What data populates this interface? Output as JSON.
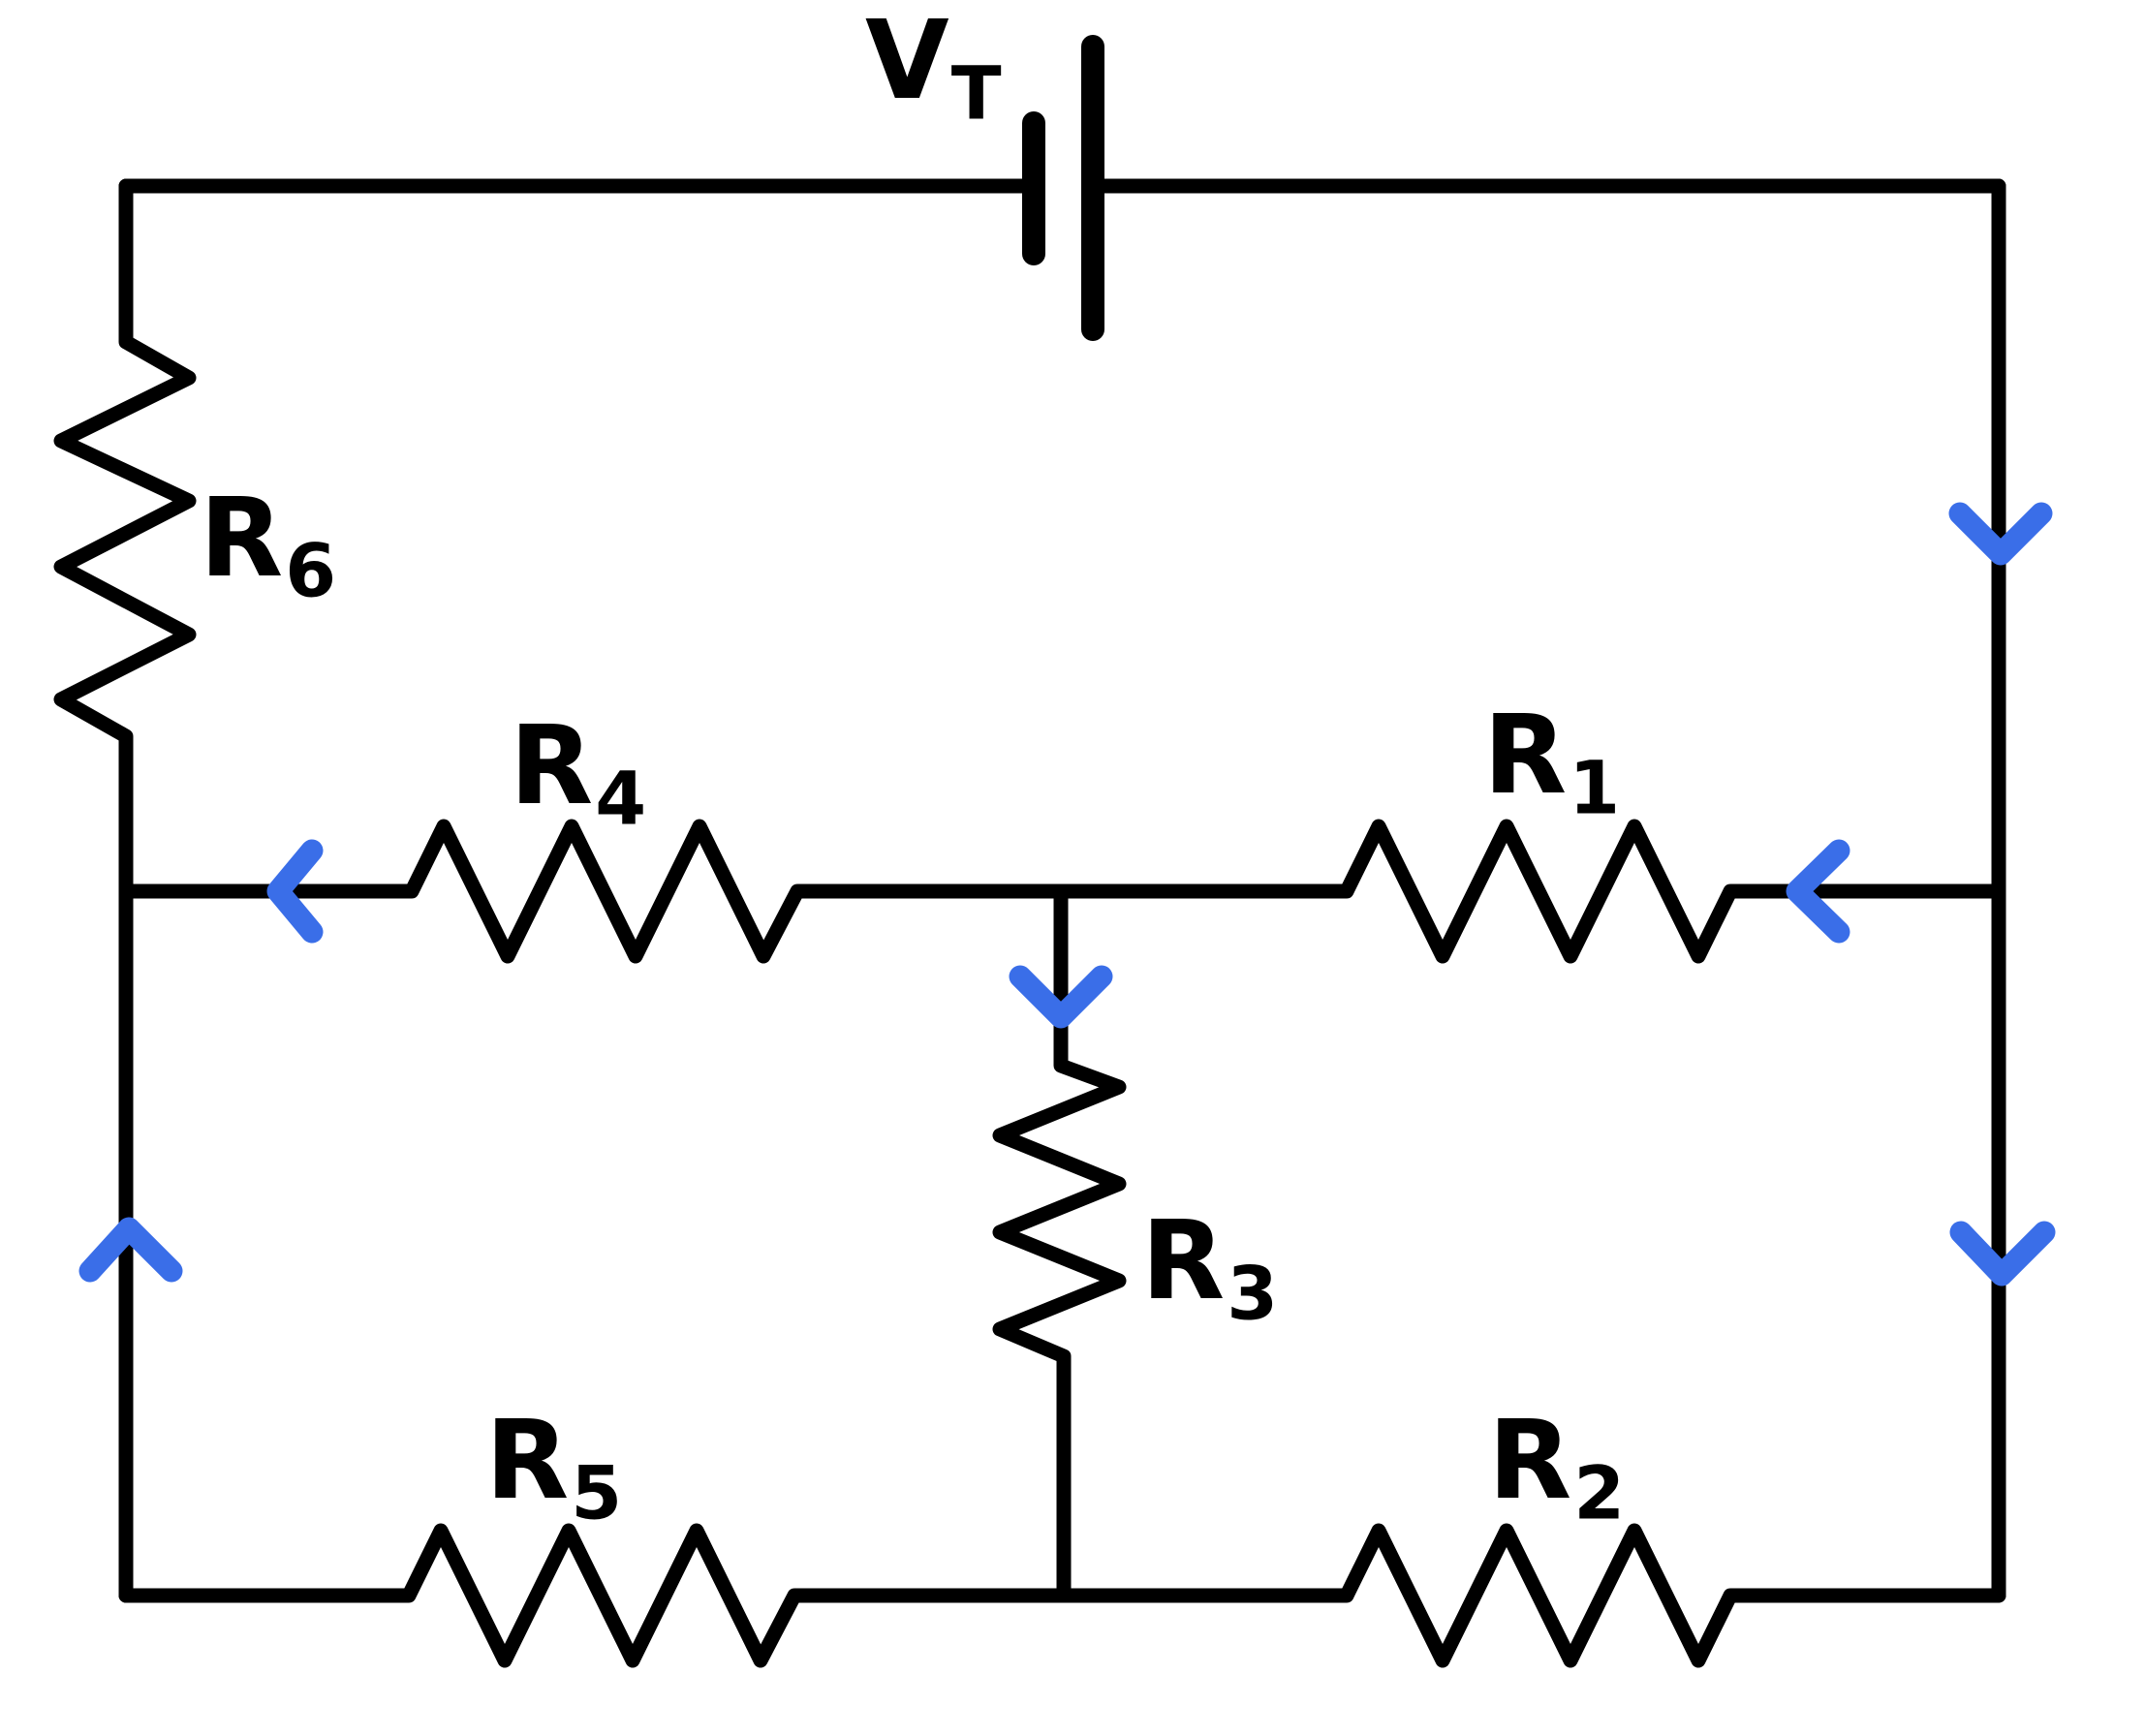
{
  "colors": {
    "wire": "#000000",
    "arrow": "#3A6EE8",
    "background": "#FFFFFF"
  },
  "battery": {
    "label": {
      "main": "V",
      "sub": "T"
    }
  },
  "resistors": {
    "r1": {
      "main": "R",
      "sub": "1"
    },
    "r2": {
      "main": "R",
      "sub": "2"
    },
    "r3": {
      "main": "R",
      "sub": "3"
    },
    "r4": {
      "main": "R",
      "sub": "4"
    },
    "r5": {
      "main": "R",
      "sub": "5"
    },
    "r6": {
      "main": "R",
      "sub": "6"
    }
  },
  "arrows": [
    {
      "id": "right-branch-upper",
      "direction": "down"
    },
    {
      "id": "right-branch-lower",
      "direction": "down"
    },
    {
      "id": "left-branch-lower",
      "direction": "up"
    },
    {
      "id": "middle-wire-left",
      "direction": "left"
    },
    {
      "id": "after-r1",
      "direction": "left"
    },
    {
      "id": "into-r3",
      "direction": "down"
    }
  ]
}
